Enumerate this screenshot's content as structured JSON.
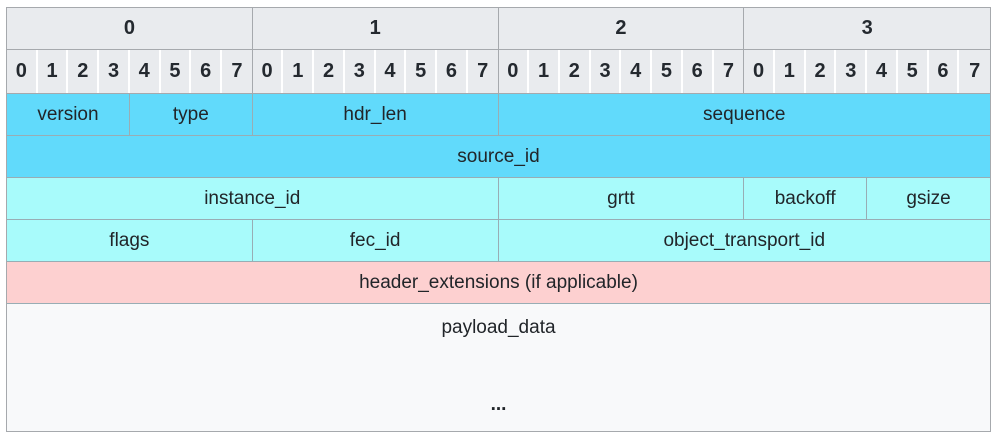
{
  "diagram_title": "protocol-header-bit-layout",
  "colors": {
    "header_bg": "#e9ebee",
    "cyan": "#61dafb",
    "light_cyan": "#a8fbfb",
    "pink": "#fdd0d0",
    "payload_bg": "#f8f9fa",
    "outer_border": "#a6a9ad",
    "cell_border": "#98adb4",
    "text": "#212529"
  },
  "header": {
    "byte_labels": [
      "0",
      "1",
      "2",
      "3"
    ],
    "bit_labels": [
      "0",
      "1",
      "2",
      "3",
      "4",
      "5",
      "6",
      "7"
    ]
  },
  "rows": [
    {
      "bg": "cyan",
      "fields": [
        {
          "label": "version",
          "bits": 4
        },
        {
          "label": "type",
          "bits": 4
        },
        {
          "label": "hdr_len",
          "bits": 8
        },
        {
          "label": "sequence",
          "bits": 16
        }
      ]
    },
    {
      "bg": "cyan",
      "fields": [
        {
          "label": "source_id",
          "bits": 32
        }
      ]
    },
    {
      "bg": "light_cyan",
      "fields": [
        {
          "label": "instance_id",
          "bits": 16
        },
        {
          "label": "grtt",
          "bits": 8
        },
        {
          "label": "backoff",
          "bits": 4
        },
        {
          "label": "gsize",
          "bits": 4
        }
      ]
    },
    {
      "bg": "light_cyan",
      "fields": [
        {
          "label": "flags",
          "bits": 8
        },
        {
          "label": "fec_id",
          "bits": 8
        },
        {
          "label": "object_transport_id",
          "bits": 16
        }
      ]
    },
    {
      "bg": "pink",
      "fields": [
        {
          "label": "header_extensions (if applicable)",
          "bits": 32
        }
      ]
    }
  ],
  "payload": {
    "label": "payload_data",
    "ellipsis": "..."
  }
}
